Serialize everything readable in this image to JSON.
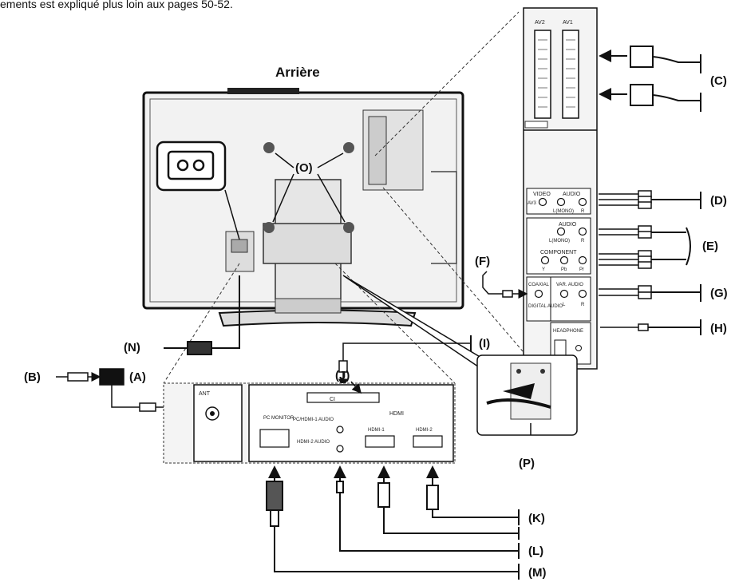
{
  "header": {
    "intro_text": "ements est expliqué plus loin aux pages 50-52.",
    "title": "Arrière"
  },
  "callouts": {
    "A": "(A)",
    "B": "(B)",
    "C": "(C)",
    "D": "(D)",
    "E": "(E)",
    "F": "(F)",
    "G": "(G)",
    "H": "(H)",
    "I": "(I)",
    "J": "(J)",
    "K": "(K)",
    "L": "(L)",
    "M": "(M)",
    "N": "(N)",
    "O": "(O)",
    "P": "(P)"
  },
  "side_panel": {
    "av2": "AV2",
    "av1": "AV1",
    "video": "VIDEO",
    "audio": "AUDIO",
    "av3": "AV3",
    "l_mono": "L(MONO)",
    "r": "R",
    "audio2": "AUDIO",
    "l_mono2": "L(MONO)",
    "r2": "R",
    "component": "COMPONENT",
    "y": "Y",
    "pb": "Pb",
    "pr": "Pr",
    "coaxial": "COAXIAL",
    "digital_audio": "DIGITAL AUDIO",
    "var_audio": "VAR. AUDIO",
    "l": "L",
    "r3": "R",
    "headphone": "HEADPHONE"
  },
  "bottom_panel": {
    "ant": "ANT",
    "ci": "CI",
    "pc_monitor": "PC MONITOR",
    "pc_hdmi1_audio": "PC/HDMI-1 AUDIO",
    "hdmi2_audio": "HDMI-2 AUDIO",
    "hdmi1": "HDMI-1",
    "hdmi2": "HDMI-2",
    "hdmi_logo": "HDMI"
  },
  "colors": {
    "ink": "#111111",
    "panel": "#f4f4f4",
    "tv_body": "#eeeeee"
  }
}
